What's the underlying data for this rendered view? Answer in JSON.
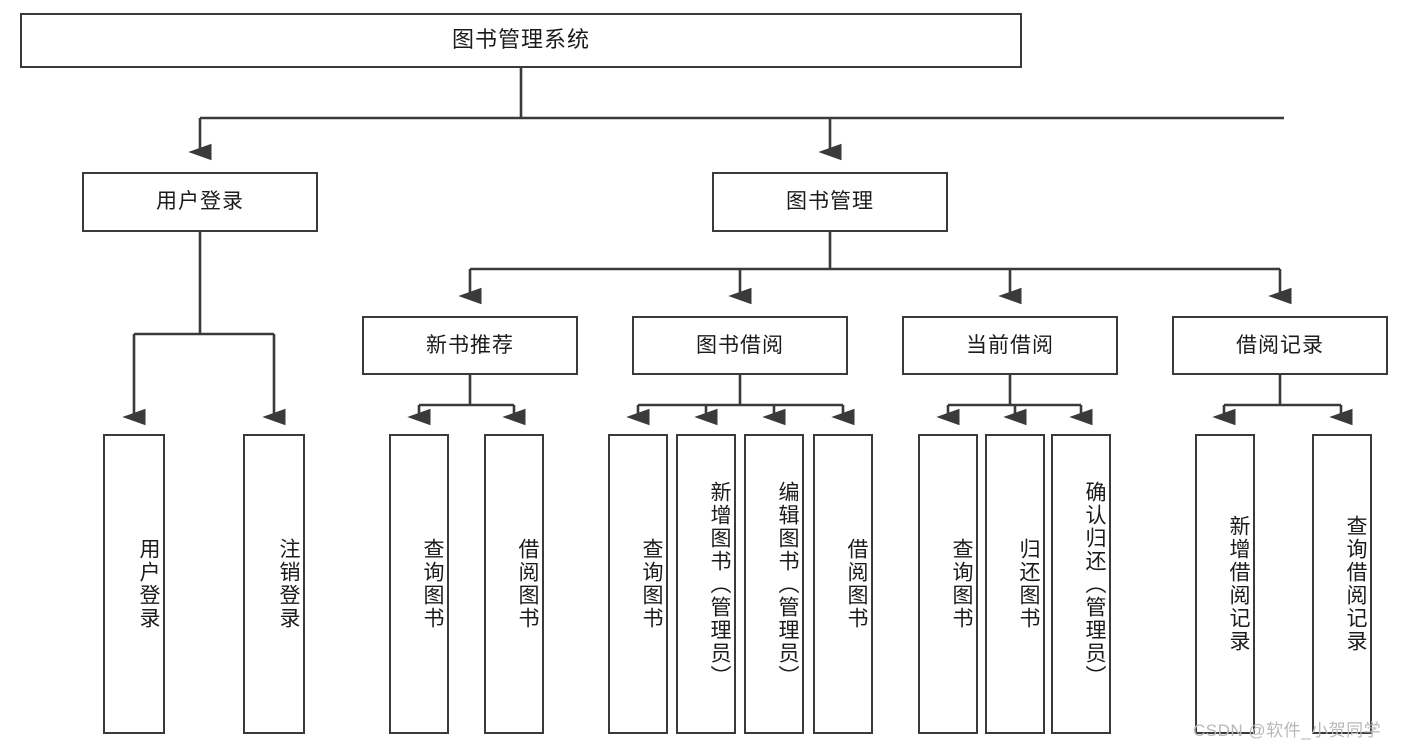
{
  "diagram": {
    "type": "tree-hierarchy-chart",
    "title": "图书管理系统",
    "orientation": "top-down",
    "colors": {
      "background": "#ffffff",
      "box_border": "#3a3a3a",
      "box_fill": "#ffffff",
      "edge": "#3a3a3a",
      "text": "#1b1b1b",
      "watermark": "#b8b8b8"
    },
    "nodes": {
      "root": {
        "label": "图书管理系统"
      },
      "level2": [
        {
          "id": "user-login",
          "label": "用户登录"
        },
        {
          "id": "book-management",
          "label": "图书管理"
        }
      ],
      "level3": [
        {
          "id": "new-book-recommend",
          "label": "新书推荐"
        },
        {
          "id": "book-borrow",
          "label": "图书借阅"
        },
        {
          "id": "current-borrow",
          "label": "当前借阅"
        },
        {
          "id": "borrow-record",
          "label": "借阅记录"
        }
      ],
      "leaves": {
        "user-login": [
          {
            "id": "leaf-user-login",
            "label": "用户登录"
          },
          {
            "id": "leaf-user-logout",
            "label": "注销登录"
          }
        ],
        "new-book-recommend": [
          {
            "id": "leaf-query-book-1",
            "label": "查询图书"
          },
          {
            "id": "leaf-borrow-book-1",
            "label": "借阅图书"
          }
        ],
        "book-borrow": [
          {
            "id": "leaf-query-book-2",
            "label": "查询图书"
          },
          {
            "id": "leaf-add-book",
            "label": "新增图书（管理员）"
          },
          {
            "id": "leaf-edit-book",
            "label": "编辑图书（管理员）"
          },
          {
            "id": "leaf-borrow-book-2",
            "label": "借阅图书"
          }
        ],
        "current-borrow": [
          {
            "id": "leaf-query-book-3",
            "label": "查询图书"
          },
          {
            "id": "leaf-return-book",
            "label": "归还图书"
          },
          {
            "id": "leaf-confirm-return",
            "label": "确认归还（管理员）"
          }
        ],
        "borrow-record": [
          {
            "id": "leaf-add-record",
            "label": "新增借阅记录"
          },
          {
            "id": "leaf-query-record",
            "label": "查询借阅记录"
          }
        ]
      }
    },
    "watermark": "CSDN @软件_小贺同学"
  }
}
